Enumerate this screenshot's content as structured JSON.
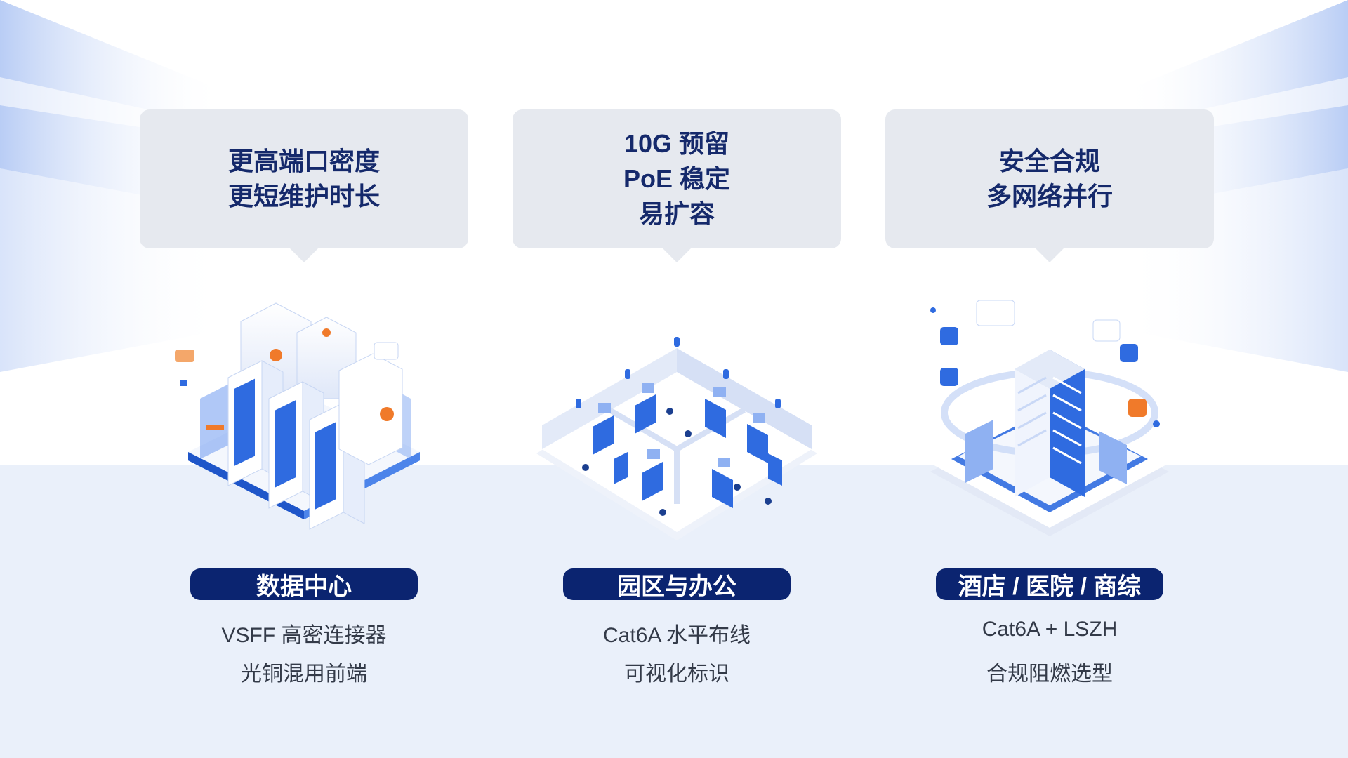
{
  "colors": {
    "navy": "#0b2470",
    "heading_text": "#15296b",
    "bubble_bg": "#e6e9ef",
    "floor_bg": "#eaf0fa",
    "accent_blue": "#2f6be0",
    "accent_orange": "#f07a2a"
  },
  "columns": [
    {
      "bubble_lines": [
        "更高端口密度",
        "更短维护时长"
      ],
      "illustration": "data-center-icon",
      "title": "数据中心",
      "desc_lines": [
        "VSFF 高密连接器",
        "光铜混用前端"
      ]
    },
    {
      "bubble_lines": [
        "10G 预留",
        "PoE 稳定",
        "易扩容"
      ],
      "illustration": "campus-office-icon",
      "title": "园区与办公",
      "desc_lines": [
        "Cat6A 水平布线",
        "可视化标识"
      ]
    },
    {
      "bubble_lines": [
        "安全合规",
        "多网络并行"
      ],
      "illustration": "hotel-hospital-mall-icon",
      "title": "酒店 / 医院 / 商综",
      "desc_lines": [
        "Cat6A + LSZH",
        "合规阻燃选型"
      ]
    }
  ]
}
